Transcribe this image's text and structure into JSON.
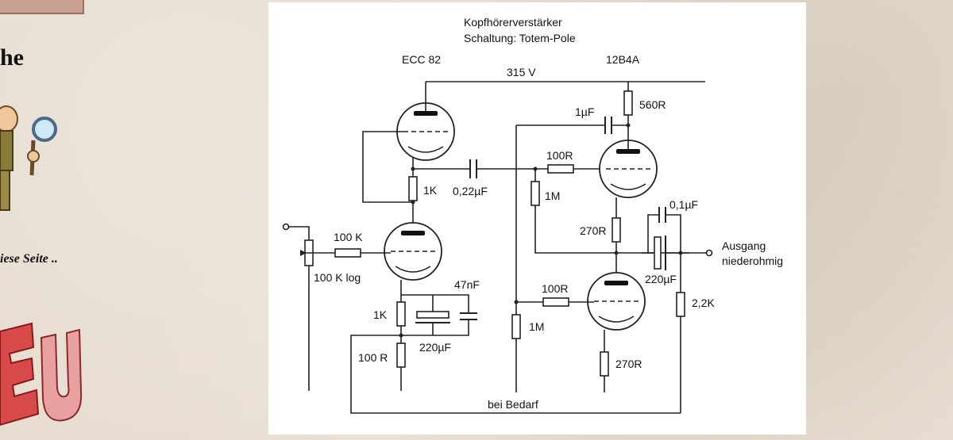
{
  "sidebar": {
    "heading_fragment": "he",
    "caption_fragment": "iese Seite .."
  },
  "schematic": {
    "title": "Kopfhörerverstärker",
    "subtitle": "Schaltung: Totem-Pole",
    "tube_left": "ECC 82",
    "tube_right": "12B4A",
    "supply_voltage": "315 V",
    "labels": {
      "c_1uF": "1µF",
      "r_560R": "560R",
      "r_100R_a": "100R",
      "r_1K_a": "1K",
      "c_022uF": "0,22µF",
      "r_1M_a": "1M",
      "c_01uF": "0,1µF",
      "r_270R_a": "270R",
      "out_1": "Ausgang",
      "out_2": "niederohmig",
      "r_100K": "100 K",
      "pot_100K": "100 K log",
      "c_47nF": "47nF",
      "c_220uF_a": "220µF",
      "r_100R_b": "100R",
      "r_1K_b": "1K",
      "r_1M_b": "1M",
      "r_22K": "2,2K",
      "r_100R_c": "100 R",
      "c_220uF_b": "220µF",
      "r_270R_b": "270R",
      "note": "bei Bedarf"
    }
  }
}
